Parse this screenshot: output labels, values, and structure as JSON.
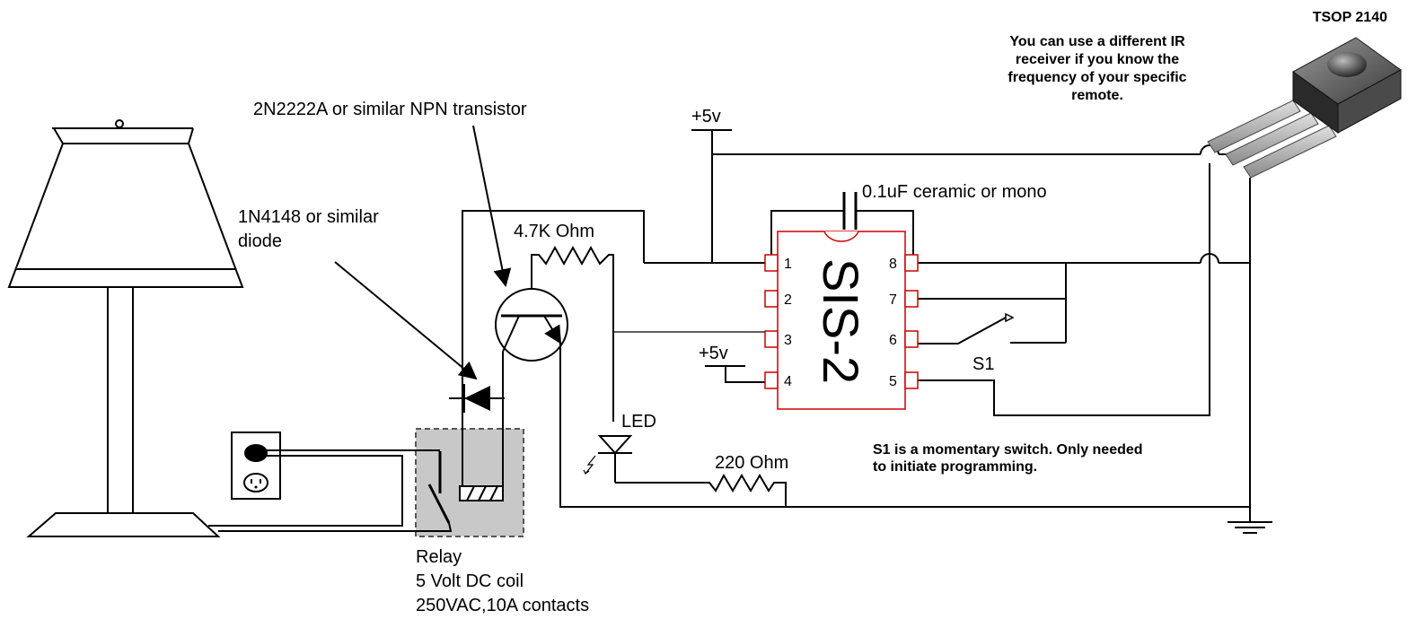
{
  "labels": {
    "tsop_title": "TSOP 2140",
    "ir_note_1": "You can use a different IR",
    "ir_note_2": "receiver if you know the",
    "ir_note_3": "frequency of your specific",
    "ir_note_4": "remote.",
    "transistor": "2N2222A  or similar NPN transistor",
    "diode_1": "1N4148 or similar",
    "diode_2": "diode",
    "resistor_base": "4.7K Ohm",
    "capacitor": "0.1uF ceramic or mono",
    "vcc_top": "+5v",
    "vcc_pin4": "+5v",
    "chip": "SIS-2",
    "switch": "S1",
    "led": "LED",
    "resistor_led": "220 Ohm",
    "switch_note_1": "S1 is a momentary switch.  Only needed",
    "switch_note_2": "to initiate programming.",
    "relay_1": "Relay",
    "relay_2": "5 Volt DC coil",
    "relay_3": "250VAC,10A contacts"
  },
  "pins": {
    "p1": "1",
    "p2": "2",
    "p3": "3",
    "p4": "4",
    "p5": "5",
    "p6": "6",
    "p7": "7",
    "p8": "8"
  },
  "colors": {
    "wire": "#000000",
    "chip_outline": "#cc0000",
    "relay_fill": "#c8c8c8",
    "led_mark": "#000000"
  }
}
